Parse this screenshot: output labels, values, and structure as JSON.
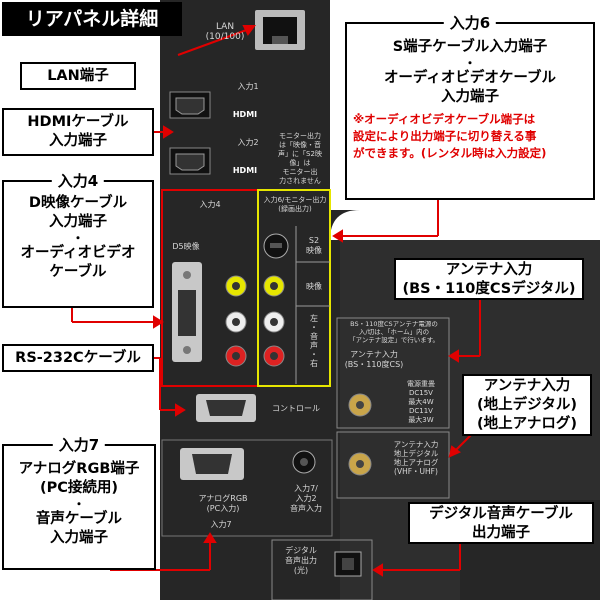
{
  "title": "リアパネル詳細",
  "callouts": {
    "lan": {
      "text": "LAN端子"
    },
    "hdmi": {
      "line1": "HDMIケーブル",
      "line2": "入力端子"
    },
    "input4": {
      "heading": "入力4",
      "line1": "D映像ケーブル",
      "line2": "入力端子",
      "dot": "・",
      "line3": "オーディオビデオ",
      "line4": "ケーブル"
    },
    "rs232c": {
      "text": "RS-232Cケーブル"
    },
    "input7": {
      "heading": "入力7",
      "line1": "アナログRGB端子",
      "line2": "(PC接続用)",
      "dot": "・",
      "line3": "音声ケーブル",
      "line4": "入力端子"
    },
    "input6": {
      "heading": "入力6",
      "line1": "S端子ケーブル入力端子",
      "dot": "・",
      "line2": "オーディオビデオケーブル",
      "line3": "入力端子",
      "note1": "※オーディオビデオケーブル端子は",
      "note2": "設定により出力端子に切り替える事",
      "note3": "ができます。(レンタル時は入力設定)"
    },
    "antenna_bs": {
      "line1": "アンテナ入力",
      "line2": "(BS・110度CSデジタル)"
    },
    "antenna_terrestrial": {
      "line1": "アンテナ入力",
      "line2": "(地上デジタル)",
      "line3": "(地上アナログ)"
    },
    "digital_audio": {
      "line1": "デジタル音声ケーブル",
      "line2": "出力端子"
    }
  },
  "panel_labels": {
    "lan": "LAN\n(10/100)",
    "input1": "入力1",
    "input2": "入力2",
    "hdmi_logo": "HDMI",
    "monitor_note": "モニター出力\nは「映像・音\n声」に「S2映\n像」は\nモニター出\n力されません",
    "input4": "入力4",
    "d5": "D5映像",
    "input6": "入力6/モニター出力\n(録画出力)",
    "s2": "S2\n映像",
    "video": "映像",
    "lr": "左\n・\n音\n声\n・\n右",
    "bs_note": "BS・110度CSアンテナ電源の\n入/切は、「ホーム」内の\n「アンテナ設定」で行います。",
    "antenna_bs": "アンテナ入力\n(BS・110度CS)",
    "power": "電源重畳\nDC15V\n最大4W\nDC11V\n最大3W",
    "control": "コントロール",
    "antenna_terrestrial": "アンテナ入力\n地上デジタル\n地上アナログ\n(VHF・UHF)",
    "analog_rgb": "アナログRGB\n(PC入力)",
    "input7": "入力7",
    "input7_audio": "入力7/\n入力2\n音声入力",
    "digital_out": "デジタル\n音声出力\n(光)"
  },
  "colors": {
    "accent_red": "#e00000",
    "highlight_yellow": "#e6e600",
    "panel_dark": "#2a2a2a"
  }
}
